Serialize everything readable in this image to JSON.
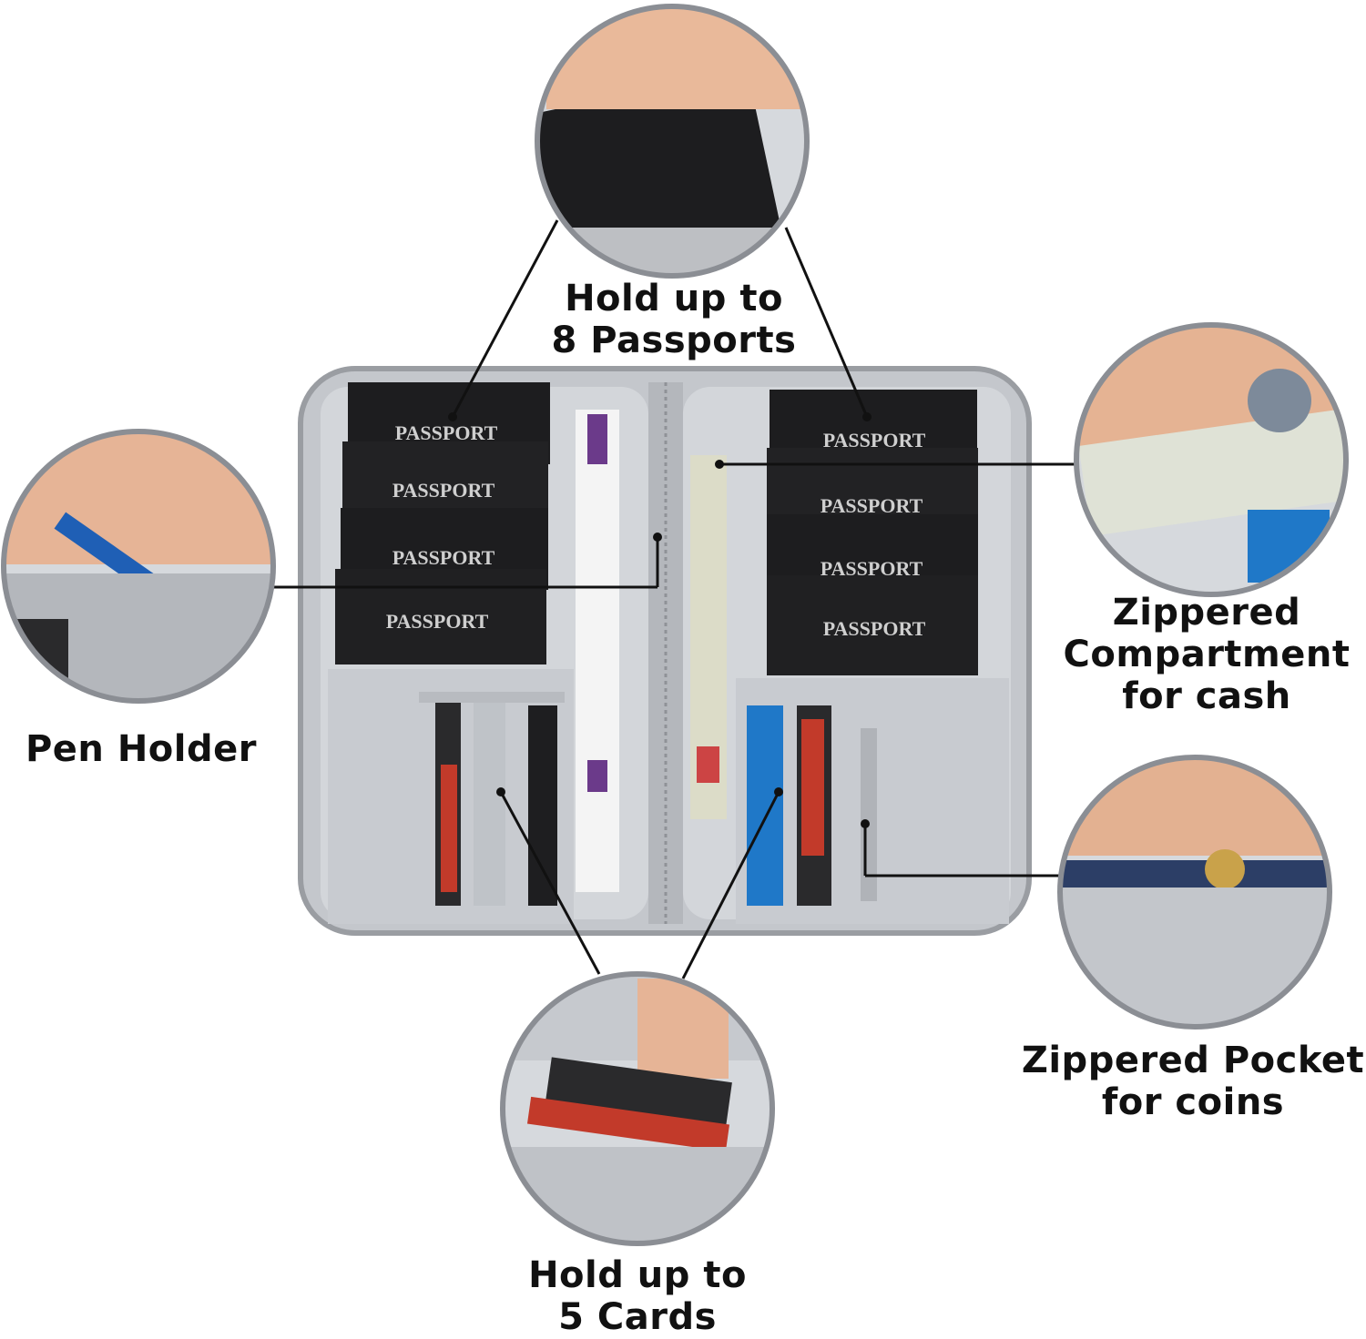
{
  "labels": {
    "passports": [
      "Hold up to",
      "8 Passports"
    ],
    "pen": [
      "Pen Holder"
    ],
    "cash": [
      "Zippered",
      "Compartment",
      "for cash"
    ],
    "coins": [
      "Zippered Pocket",
      "for coins"
    ],
    "cards": [
      "Hold up to",
      "5 Cards"
    ]
  },
  "passport_text": "PASSPORT",
  "colors": {
    "ring": "#8b8e94",
    "lining": "#c9ccd1",
    "passport": "#1d1d1f",
    "text": "#111111"
  }
}
